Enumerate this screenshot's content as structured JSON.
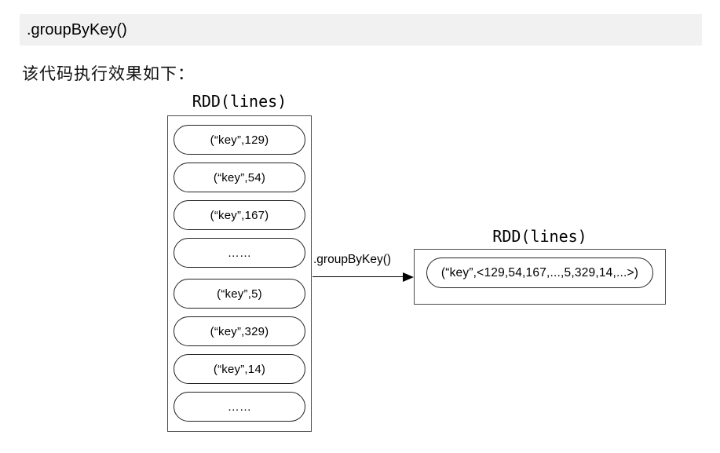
{
  "header": {
    "code_label": ".groupByKey()"
  },
  "intro": {
    "text": "该代码执行效果如下："
  },
  "diagram": {
    "source": {
      "title": "RDD(lines)",
      "items": [
        "(“key”,129)",
        "(“key”,54)",
        "(“key”,167)",
        "……",
        "(“key”,5)",
        "(“key”,329)",
        "(“key”,14)",
        "……"
      ]
    },
    "arrow": {
      "label": ".groupByKey()"
    },
    "result": {
      "title": "RDD(lines)",
      "items": [
        "(“key”,<129,54,167,...,5,329,14,...>)"
      ]
    }
  },
  "colors": {
    "page_bg": "#ffffff",
    "header_bg": "#f1f1f1",
    "box_border": "#4a4a4a",
    "pill_border": "#222222",
    "text": "#000000"
  }
}
